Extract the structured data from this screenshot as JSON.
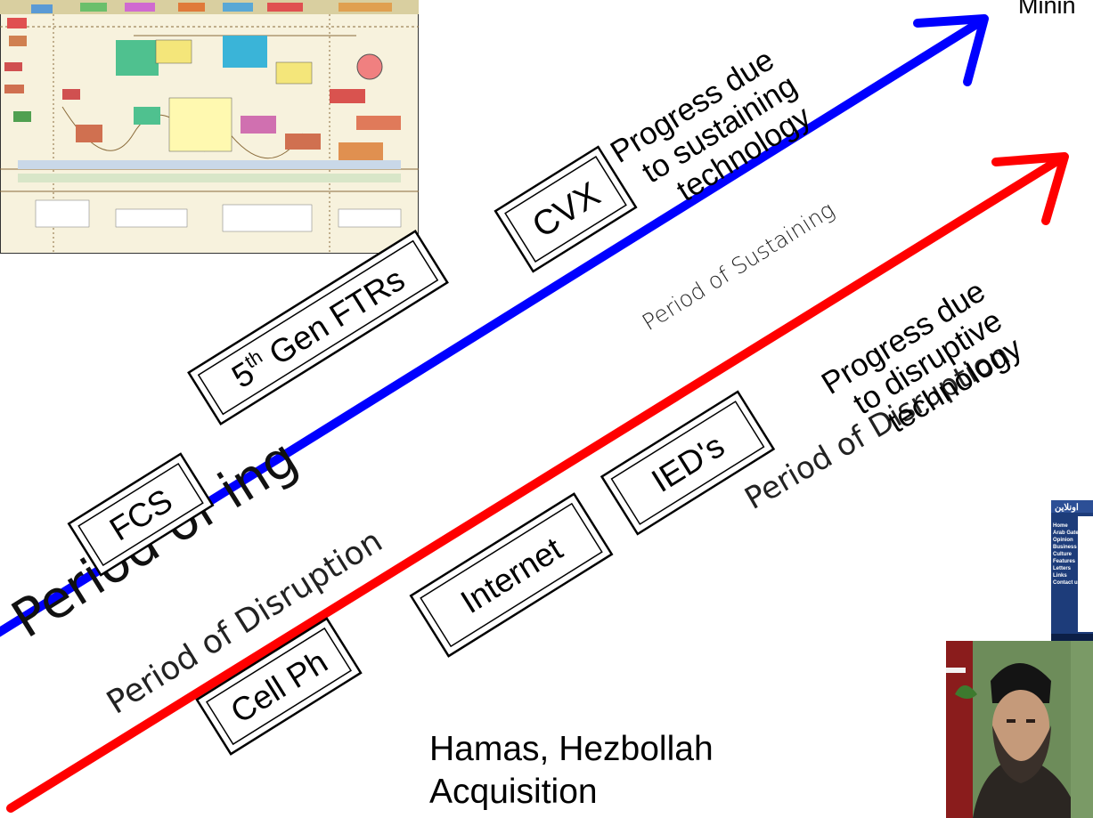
{
  "lines": {
    "sustaining": {
      "color": "#0000ff",
      "title": [
        "Progress due",
        "to sustaining",
        "technology"
      ],
      "period_label": "Period of Sustaining",
      "examples": [
        "FCS",
        "5th Gen FTRs",
        "CVX"
      ]
    },
    "disruptive": {
      "color": "#ff0000",
      "title": [
        "Progress due",
        "to disruptive",
        "technology"
      ],
      "period_label": "Period of Disruption",
      "examples": [
        "Cell Ph",
        "Internet",
        "IED's"
      ]
    }
  },
  "overlays": {
    "left_fragment": "Period of ing",
    "lower_fragment": "Period of Disruption"
  },
  "captions": {
    "groups_line1": "Hamas, Hezbollah",
    "groups_line2": "Acquisition",
    "corner_text": "Minin"
  },
  "images": {
    "diagram_thumbnail": "acquisition-process-chart",
    "website_screenshot": "arabic-news-website",
    "website_nav": [
      "Home",
      "Arab Gates",
      "Opinion",
      "Business",
      "Culture",
      "Features",
      "Letters",
      "Links",
      "Contact us"
    ],
    "portrait": "cleric-portrait"
  }
}
